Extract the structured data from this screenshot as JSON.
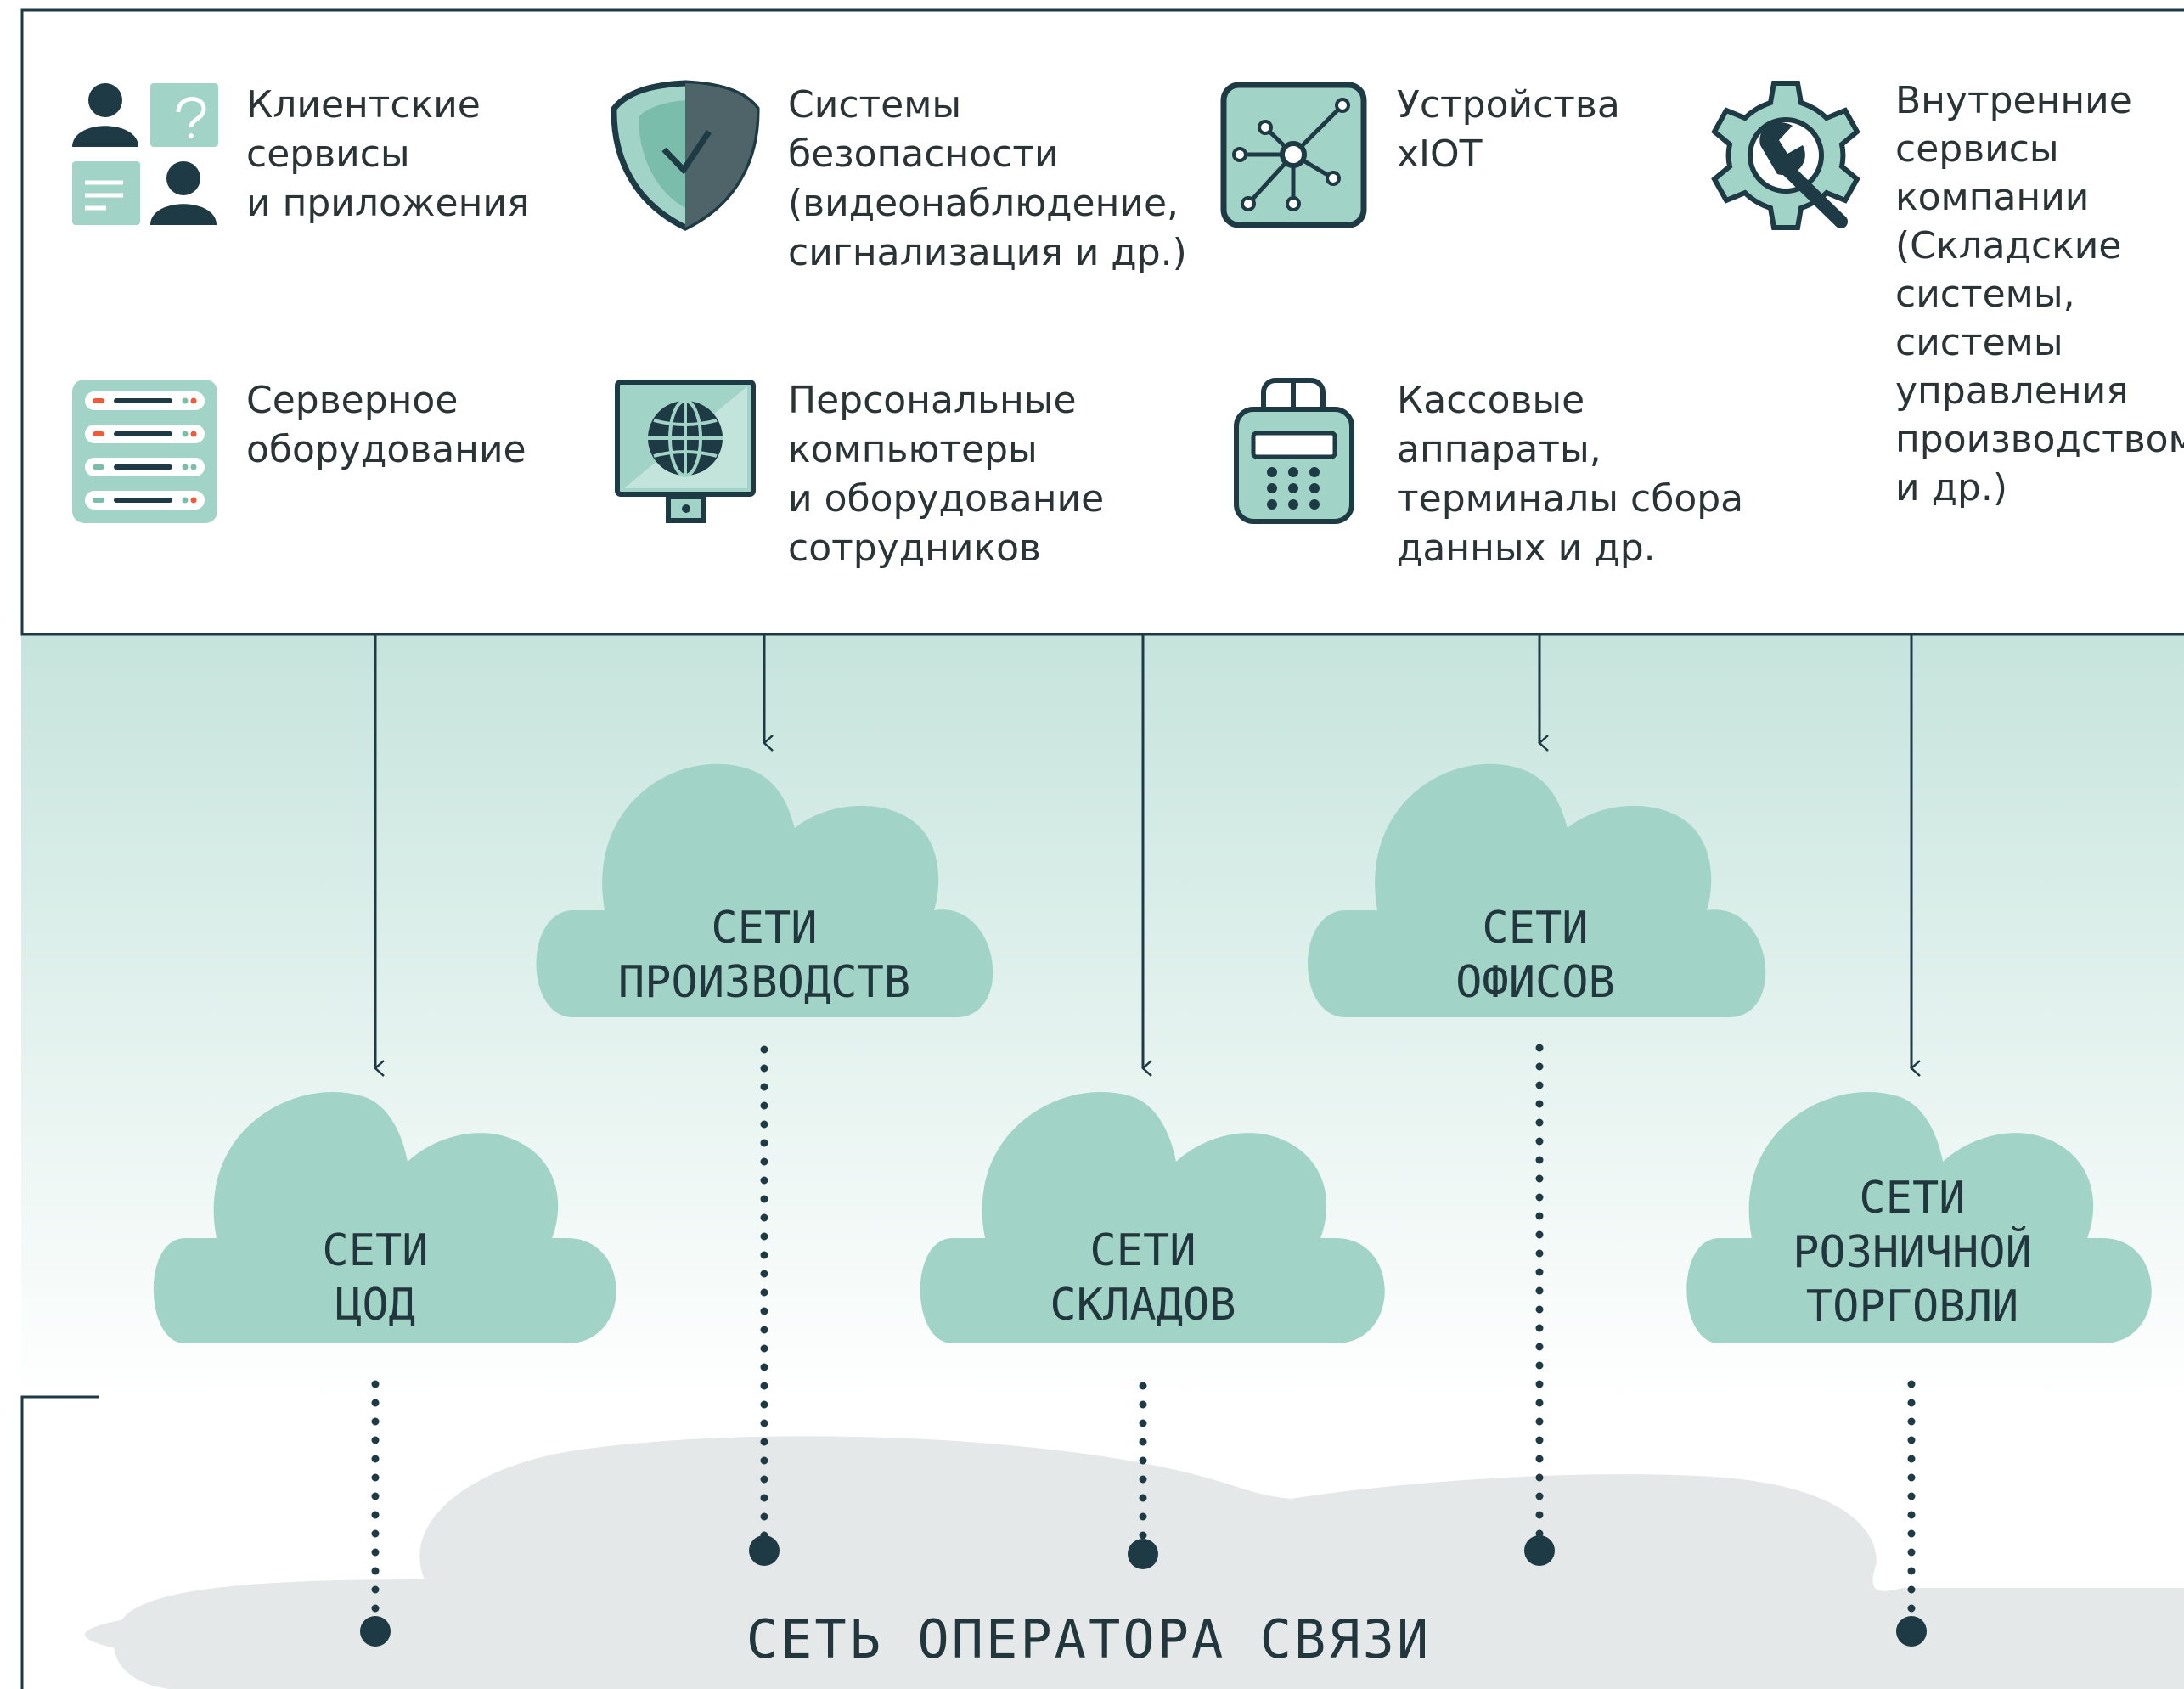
{
  "services": [
    {
      "icon": "users-chat-icon",
      "lines": [
        "Клиентские",
        "сервисы",
        "и приложения"
      ]
    },
    {
      "icon": "shield-check-icon",
      "lines": [
        "Системы",
        "безопасности",
        "(видеонаблюдение,",
        "сигнализация и др.)"
      ]
    },
    {
      "icon": "network-node-icon",
      "lines": [
        "Устройства",
        "xIOT"
      ]
    },
    {
      "icon": "gear-wrench-icon",
      "lines": [
        "Внутренние",
        "сервисы",
        "компании",
        "(Складские",
        "системы,",
        "системы",
        "управления",
        "производством",
        "и др.)"
      ]
    },
    {
      "icon": "server-rack-icon",
      "lines": [
        "Серверное",
        "оборудование"
      ]
    },
    {
      "icon": "monitor-globe-icon",
      "lines": [
        "Персональные",
        "компьютеры",
        "и оборудование",
        "сотрудников"
      ]
    },
    {
      "icon": "cash-register-icon",
      "lines": [
        "Кассовые",
        "аппараты,",
        "терминалы сбора",
        "данных и др."
      ]
    }
  ],
  "networks": [
    {
      "id": "dc",
      "lines": [
        "СЕТИ",
        "ЦОД"
      ]
    },
    {
      "id": "prod",
      "lines": [
        "СЕТИ",
        "ПРОИЗВОДСТВ"
      ]
    },
    {
      "id": "wh",
      "lines": [
        "СЕТИ",
        "СКЛАДОВ"
      ]
    },
    {
      "id": "off",
      "lines": [
        "СЕТИ",
        "ОФИСОВ"
      ]
    },
    {
      "id": "retail",
      "lines": [
        "СЕТИ",
        "РОЗНИЧНОЙ",
        "ТОРГОВЛИ"
      ]
    }
  ],
  "operator": {
    "label": "СЕТЬ ОПЕРАТОРА СВЯЗИ"
  },
  "colors": {
    "teal": "#a1d4c7",
    "dark": "#1e3a44",
    "grey": "#e5e8e8",
    "text": "#2a3336"
  }
}
